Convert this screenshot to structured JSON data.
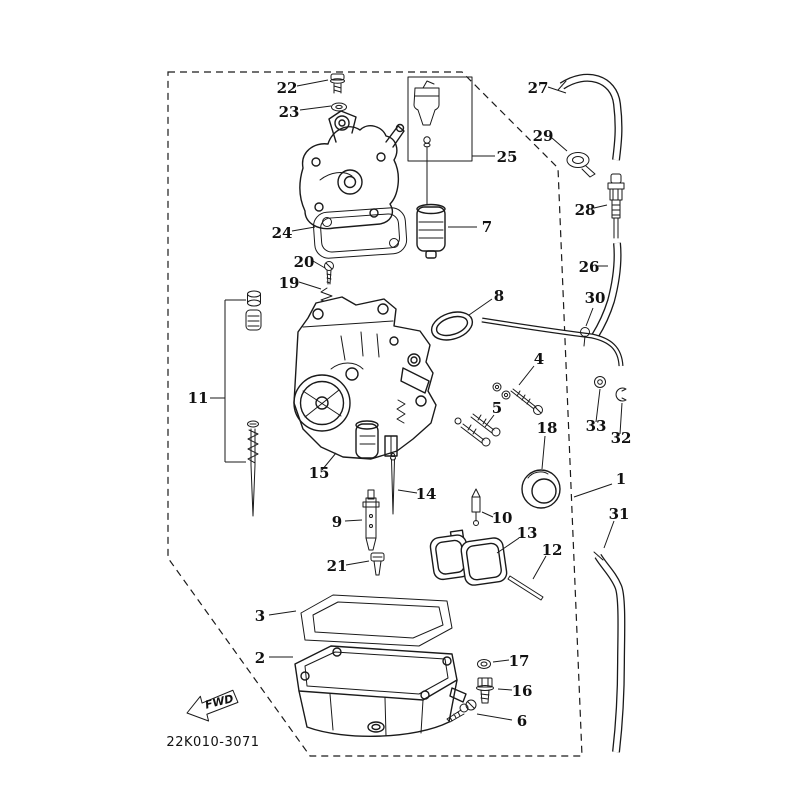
{
  "drawing_number": "22K010-3071",
  "fwd_label": "FWD",
  "colors": {
    "line": "#1a1a1a",
    "background": "#ffffff"
  },
  "part_labels": {
    "1": "1",
    "2": "2",
    "3": "3",
    "4": "4",
    "5": "5",
    "6": "6",
    "7": "7",
    "8": "8",
    "9": "9",
    "10": "10",
    "11": "11",
    "12": "12",
    "13": "13",
    "14": "14",
    "15": "15",
    "16": "16",
    "17": "17",
    "18": "18",
    "19": "19",
    "20": "20",
    "21": "21",
    "22": "22",
    "23": "23",
    "24": "24",
    "25": "25",
    "26": "26",
    "27": "27",
    "28": "28",
    "29": "29",
    "30": "30",
    "31": "31",
    "32": "32",
    "33": "33"
  }
}
